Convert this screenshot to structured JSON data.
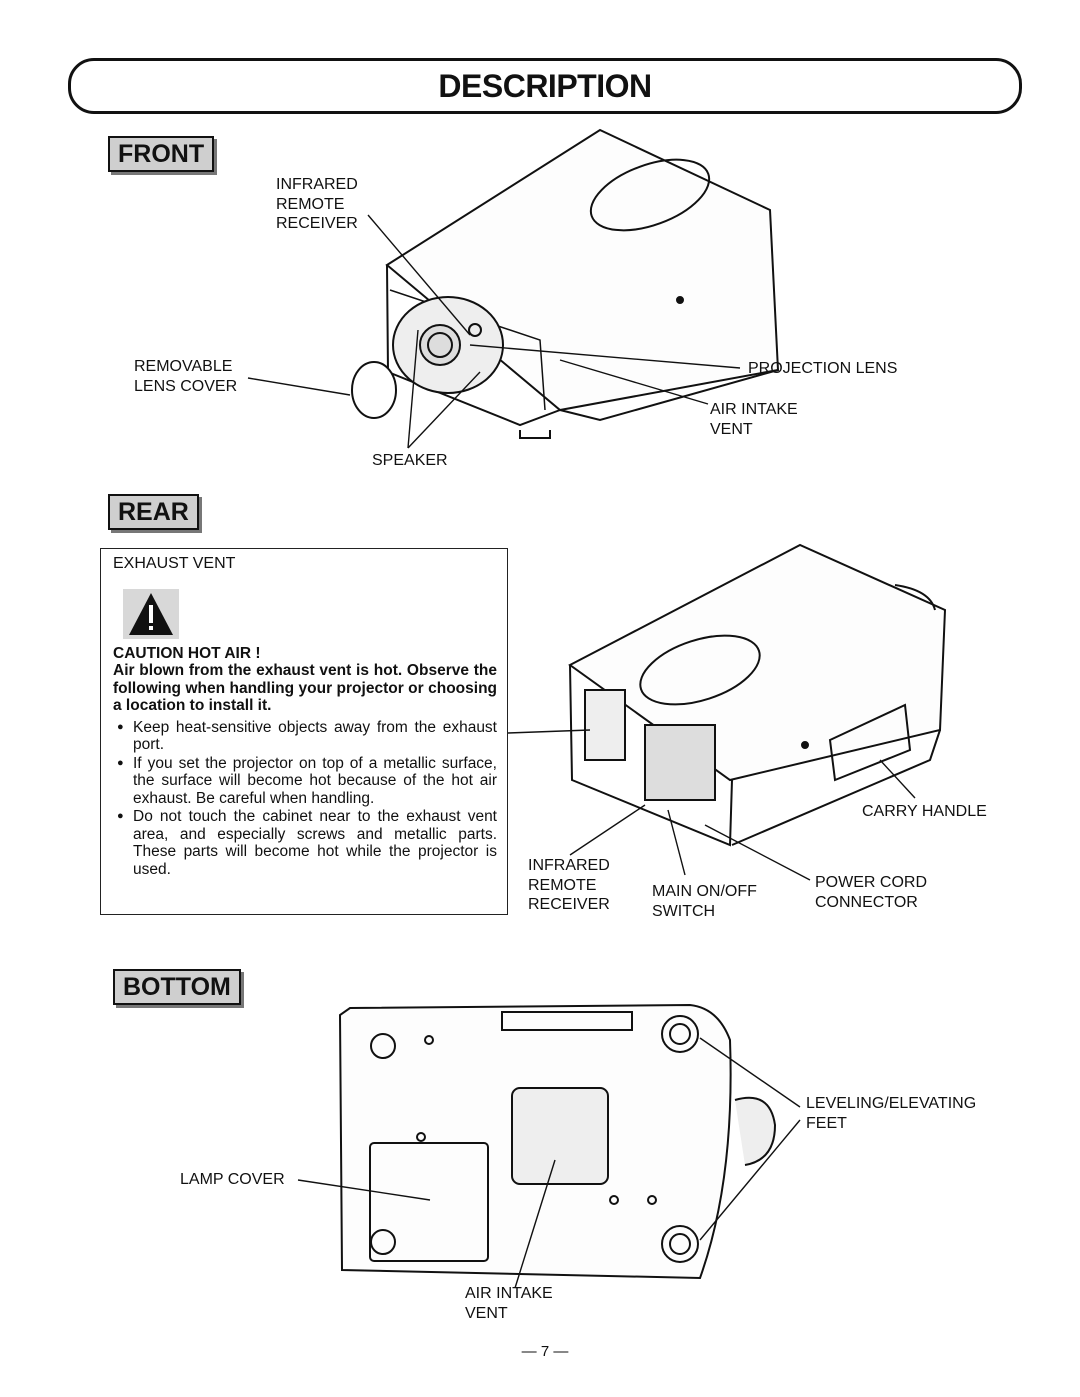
{
  "page_title": "DESCRIPTION",
  "sections": {
    "front": "FRONT",
    "rear": "REAR",
    "bottom": "BOTTOM"
  },
  "front_labels": {
    "ir_receiver": "INFRARED\nREMOTE\nRECEIVER",
    "lens_cover": "REMOVABLE\nLENS COVER",
    "projection_lens": "PROJECTION LENS",
    "air_intake": "AIR INTAKE\nVENT",
    "speaker": "SPEAKER"
  },
  "rear_labels": {
    "carry_handle": "CARRY HANDLE",
    "ir_receiver": "INFRARED\nREMOTE\nRECEIVER",
    "main_switch": "MAIN ON/OFF\nSWITCH",
    "power_connector": "POWER CORD\nCONNECTOR"
  },
  "caution": {
    "heading": "EXHAUST VENT",
    "title": "CAUTION HOT AIR !",
    "intro": "Air blown from the exhaust vent is hot. Observe the following when handling your projector or choosing a location to install it.",
    "bullets": [
      "Keep heat-sensitive objects away from the exhaust port.",
      "If you set the projector on top of a metallic surface, the surface will become hot because of the hot air exhaust. Be careful when handling.",
      "Do not touch the cabinet near to the exhaust vent area, and especially screws and metallic parts. These parts will become hot while the projector is used."
    ]
  },
  "bottom_labels": {
    "leveling_feet": "LEVELING/ELEVATING\nFEET",
    "lamp_cover": "LAMP COVER",
    "air_intake": "AIR INTAKE\nVENT"
  },
  "page_number": "— 7 —"
}
